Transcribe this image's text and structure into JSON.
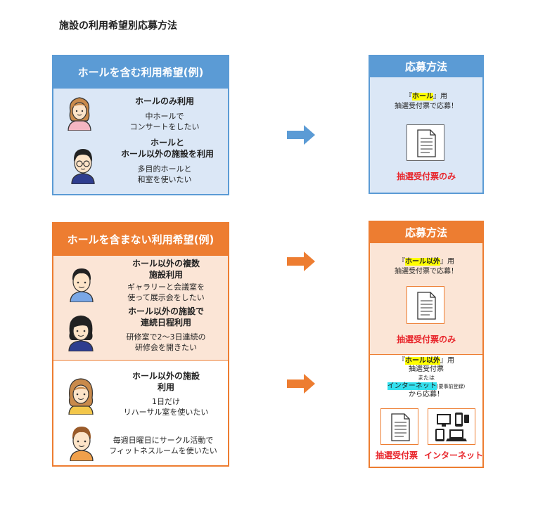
{
  "page_title": "施設の利用希望別応募方法",
  "colors": {
    "blue": "#5b9bd5",
    "orange": "#ed7d31",
    "red": "#e8262c"
  },
  "blue_section": {
    "header": "ホールを含む利用希望(例)",
    "items": [
      {
        "title_lines": [
          "ホールのみ利用"
        ],
        "desc_lines": [
          "中ホールで",
          "コンサートをしたい"
        ],
        "avatar": "woman-avatar-icon"
      },
      {
        "title_lines": [
          "ホールと",
          "ホール以外の施設を利用"
        ],
        "desc_lines": [
          "多目的ホールと",
          "和室を使いたい"
        ],
        "avatar": "man-with-glasses-avatar-icon"
      }
    ],
    "result": {
      "header": "応募方法",
      "quote_open": "『",
      "highlight": "ホール",
      "quote_close": "』用",
      "line2": "抽選受付票で応募！",
      "icon": "document-icon",
      "label": "抽選受付票のみ"
    }
  },
  "orange_section": {
    "header": "ホールを含まない利用希望(例)",
    "items": [
      {
        "title_lines": [
          "ホール以外の複数",
          "施設利用"
        ],
        "desc_lines": [
          "ギャラリーと会議室を",
          "使って展示会をしたい"
        ],
        "avatar": "man-avatar-icon"
      },
      {
        "title_lines": [
          "ホール以外の施設で",
          "連続日程利用"
        ],
        "desc_lines": [
          "研修室で2～3日連続の",
          "研修会を開きたい"
        ],
        "avatar": "woman-short-hair-avatar-icon"
      },
      {
        "title_lines": [
          "ホール以外の施設",
          "利用"
        ],
        "desc_lines": [
          "1日だけ",
          "リハーサル室を使いたい"
        ],
        "avatar": "woman-long-hair-avatar-icon"
      },
      {
        "title_lines": [],
        "desc_lines": [
          "毎週日曜日にサークル活動で",
          "フィットネスルームを使いたい"
        ],
        "avatar": "man-brown-hair-avatar-icon"
      }
    ],
    "result_top": {
      "header": "応募方法",
      "quote_open": "『",
      "highlight": "ホール以外",
      "quote_close": "』用",
      "line2": "抽選受付票で応募！",
      "icon": "document-icon",
      "label": "抽選受付票のみ"
    },
    "result_bottom": {
      "quote_open": "『",
      "highlight": "ホール以外",
      "quote_close": "』用",
      "line2": "抽選受付票",
      "line3": "または",
      "internet": "インターネット",
      "internet_note": "(要事前登録)",
      "line5": "から応募！",
      "label_paper": "抽選受付票",
      "label_internet": "インターネット",
      "icons": [
        "document-icon",
        "devices-icon"
      ]
    }
  }
}
